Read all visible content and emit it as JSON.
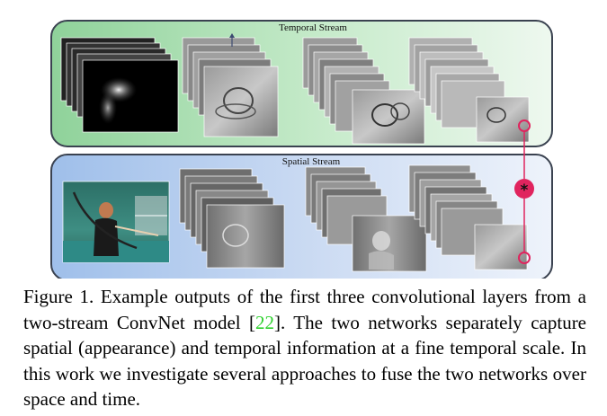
{
  "figure": {
    "temporal_label": "Temporal Stream",
    "spatial_label": "Spatial Stream",
    "fusion_symbol": "*",
    "colors": {
      "temporal_bg": "#b6e3b6",
      "spatial_bg": "#b7cdee",
      "border": "#3a4250",
      "fusion": "#e0245e"
    }
  },
  "caption": {
    "prefix": "Figure 1. Example outputs of the first three convolutional layers from a two-stream ConvNet model [",
    "cite": "22",
    "suffix": "]. The two networks separately capture spatial (appearance) and temporal information at a fine temporal scale. In this work we investigate several approaches to fuse the two networks over space and time."
  }
}
